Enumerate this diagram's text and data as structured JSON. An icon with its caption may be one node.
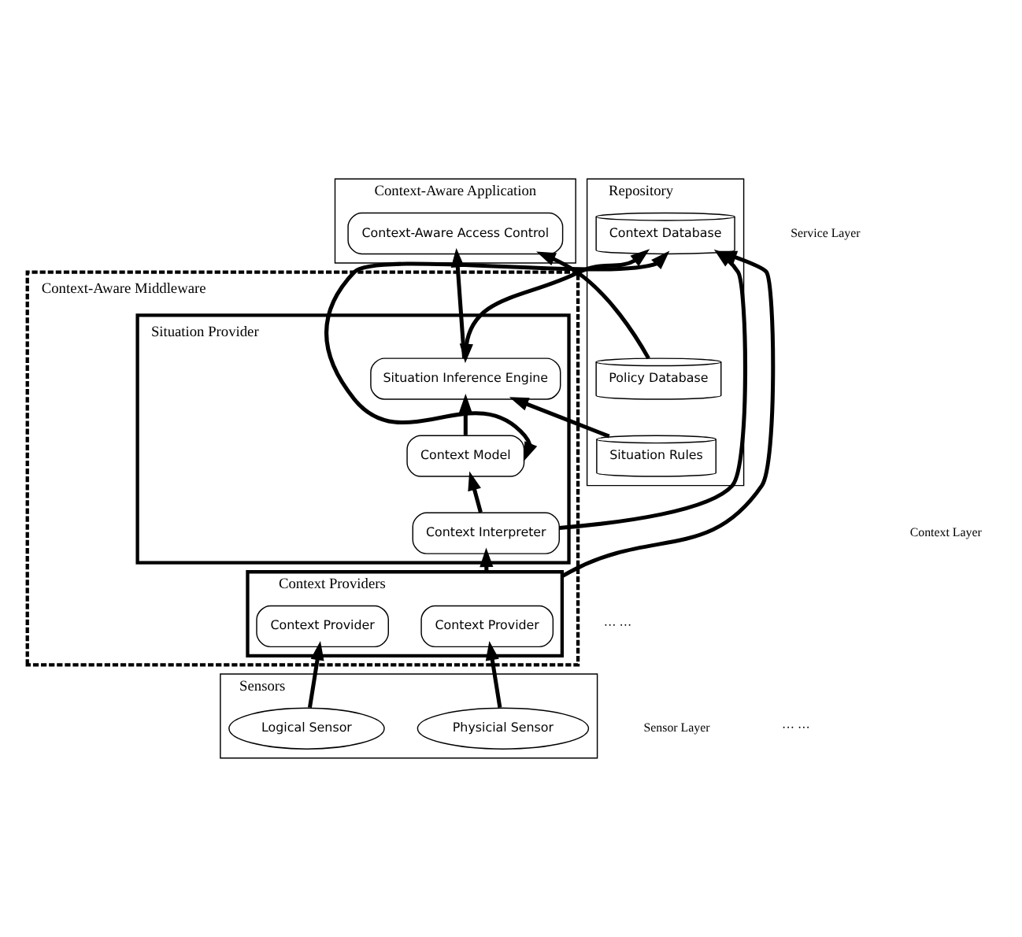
{
  "diagram": {
    "nodes": [
      {
        "text": [
          "Context-Aware Application"
        ]
      },
      {
        "text": [
          "Context-Aware Access Control"
        ],
        "in": 0
      },
      {
        "text": [
          "Repository"
        ]
      },
      {
        "text": [
          "Policy Database"
        ],
        "in": 2
      },
      {
        "text": [
          "Situation Rules"
        ],
        "in": 2
      },
      {
        "text": [
          "Context Database"
        ],
        "in": 2
      },
      {
        "text": [
          "Context-Aware Middleware"
        ]
      },
      {
        "text": [
          "Situation Provider"
        ],
        "in": 6
      },
      {
        "text": [
          "Situation Inference Engine"
        ],
        "in": 7
      },
      {
        "text": [
          "Context Model"
        ],
        "in": 7
      },
      {
        "text": [
          "Context Interpreter"
        ],
        "in": 7
      },
      {
        "text": [
          "Context Providers"
        ],
        "in": 6
      },
      {
        "text": [
          "Context Provider"
        ],
        "in": 11
      },
      {
        "text": [
          "Context Provider"
        ],
        "in": 11
      },
      {
        "text": [
          "Sensors"
        ]
      },
      {
        "text": [
          "Physicial Sensor"
        ],
        "in": 14
      },
      {
        "text": [
          "Logical Sensor"
        ],
        "in": 14
      }
    ],
    "edges": [
      {
        "from": 3,
        "to": 1,
        "arrow": "to"
      },
      {
        "from": 8,
        "to": 1,
        "arrow": "to"
      },
      {
        "from": 4,
        "to": 8,
        "arrow": "to"
      },
      {
        "from": 9,
        "to": 8,
        "arrow": "to"
      },
      {
        "from": 8,
        "to": 5,
        "arrow": "both"
      },
      {
        "from": 9,
        "to": 5,
        "arrow": "both"
      },
      {
        "from": 10,
        "to": 9,
        "arrow": "to"
      },
      {
        "from": 10,
        "to": 5,
        "arrow": "to"
      },
      {
        "from": 11,
        "to": 10,
        "arrow": "to"
      },
      {
        "from": 11,
        "to": 5,
        "arrow": "to"
      },
      {
        "from": 15,
        "to": 12,
        "arrow": "to"
      },
      {
        "from": 16,
        "to": 13,
        "arrow": "to"
      }
    ],
    "labels": [
      "Service Layer",
      "Context Layer",
      "··· ···",
      "Sensor Layer",
      "··· ···"
    ]
  }
}
